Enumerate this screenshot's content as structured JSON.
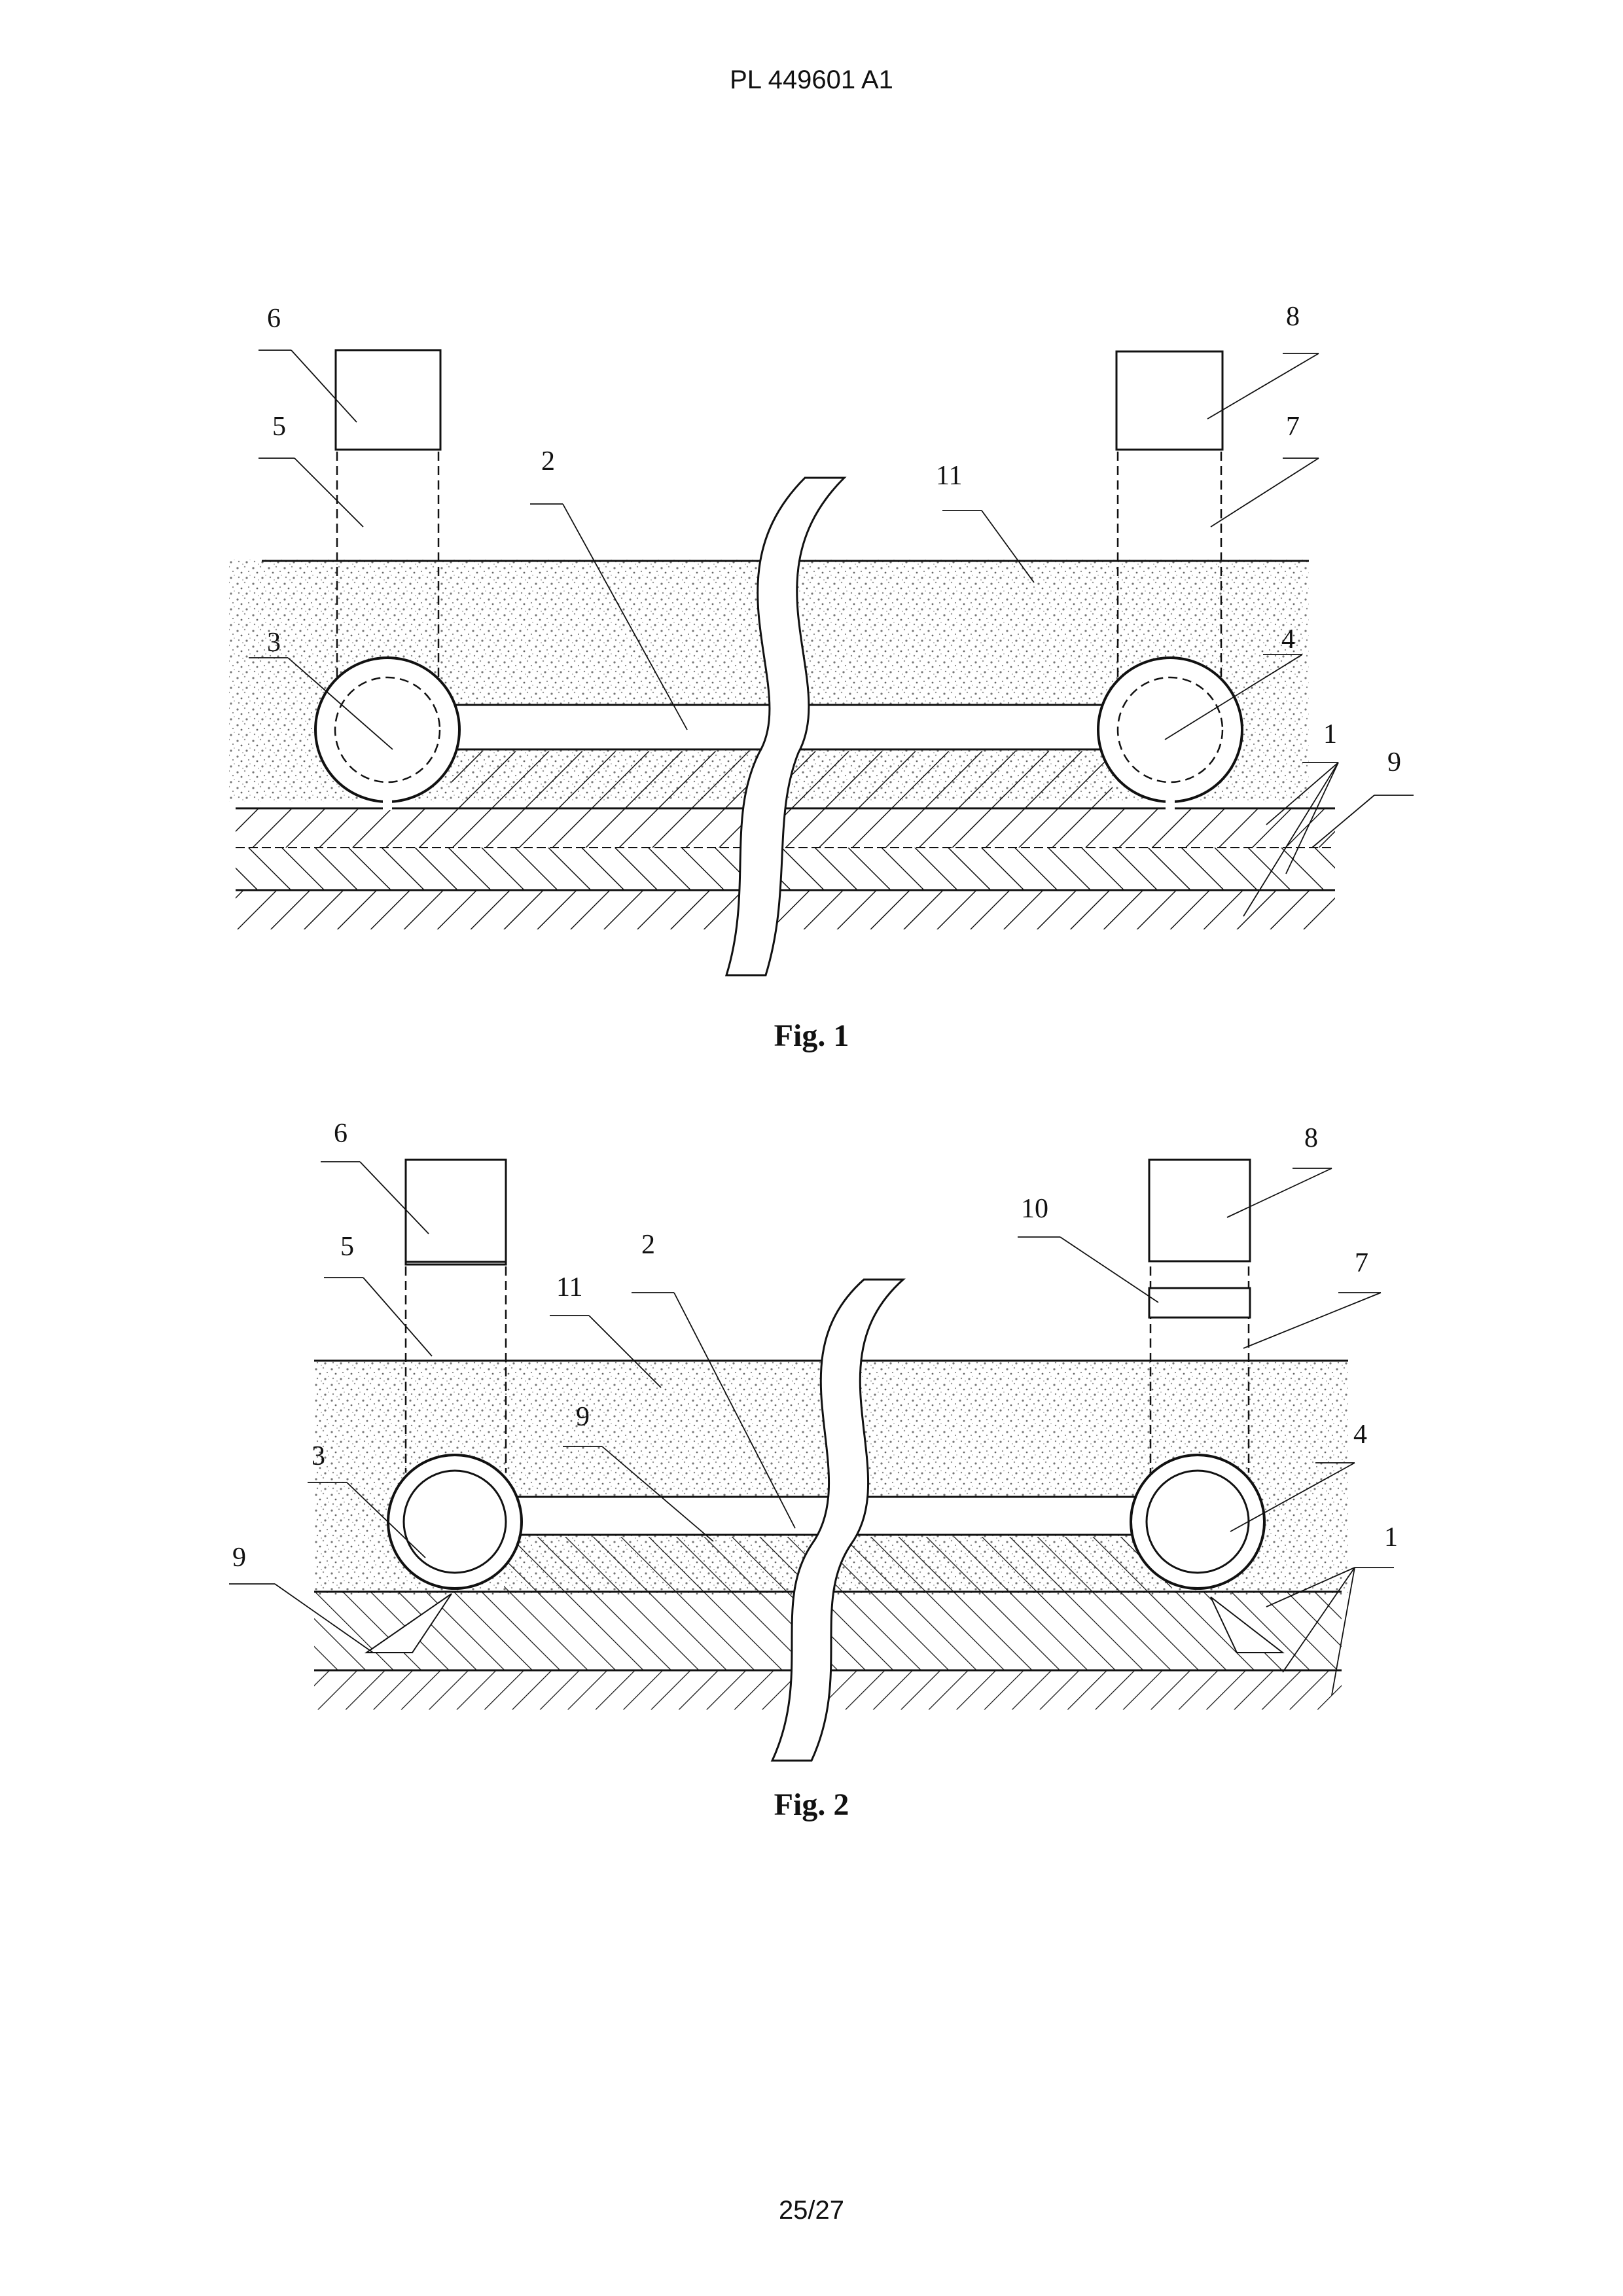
{
  "document": {
    "header": "PL 449601 A1",
    "page_number": "25/27"
  },
  "figures": [
    {
      "caption": "Fig. 1",
      "labels": {
        "l1": "1",
        "l2": "2",
        "l3": "3",
        "l4": "4",
        "l5": "5",
        "l6": "6",
        "l7": "7",
        "l8": "8",
        "l9": "9",
        "l11": "11"
      }
    },
    {
      "caption": "Fig. 2",
      "labels": {
        "l1": "1",
        "l2": "2",
        "l3": "3",
        "l4": "4",
        "l5": "5",
        "l6": "6",
        "l7": "7",
        "l8": "8",
        "l9a": "9",
        "l9b": "9",
        "l10": "10",
        "l11": "11"
      }
    }
  ]
}
